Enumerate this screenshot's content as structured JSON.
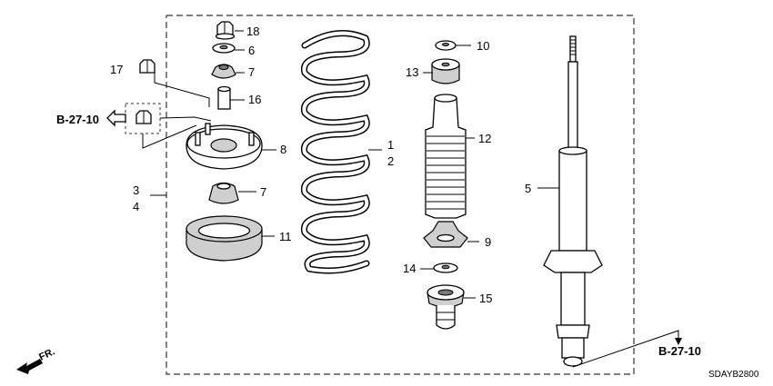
{
  "parts": [
    {
      "num": "18",
      "name": "flange-nut"
    },
    {
      "num": "6",
      "name": "washer"
    },
    {
      "num": "7",
      "name": "mount-rubber"
    },
    {
      "num": "17",
      "name": "nut"
    },
    {
      "num": "16",
      "name": "collar"
    },
    {
      "num": "8",
      "name": "upper-mount-base"
    },
    {
      "num": "3",
      "name": "mount-assembly"
    },
    {
      "num": "4",
      "name": "mount-assembly-alt"
    },
    {
      "num": "11",
      "name": "spring-seat-rubber"
    },
    {
      "num": "1",
      "name": "coil-spring"
    },
    {
      "num": "2",
      "name": "coil-spring-alt"
    },
    {
      "num": "10",
      "name": "washer-top"
    },
    {
      "num": "13",
      "name": "bump-rubber-top"
    },
    {
      "num": "12",
      "name": "dust-boot"
    },
    {
      "num": "9",
      "name": "stopper-bracket"
    },
    {
      "num": "14",
      "name": "washer-small"
    },
    {
      "num": "15",
      "name": "bump-stop"
    },
    {
      "num": "5",
      "name": "shock-absorber"
    }
  ],
  "references": {
    "left": "B-27-10",
    "right": "B-27-10"
  },
  "front_label": "FR.",
  "diagram_code": "SDAYB2800"
}
